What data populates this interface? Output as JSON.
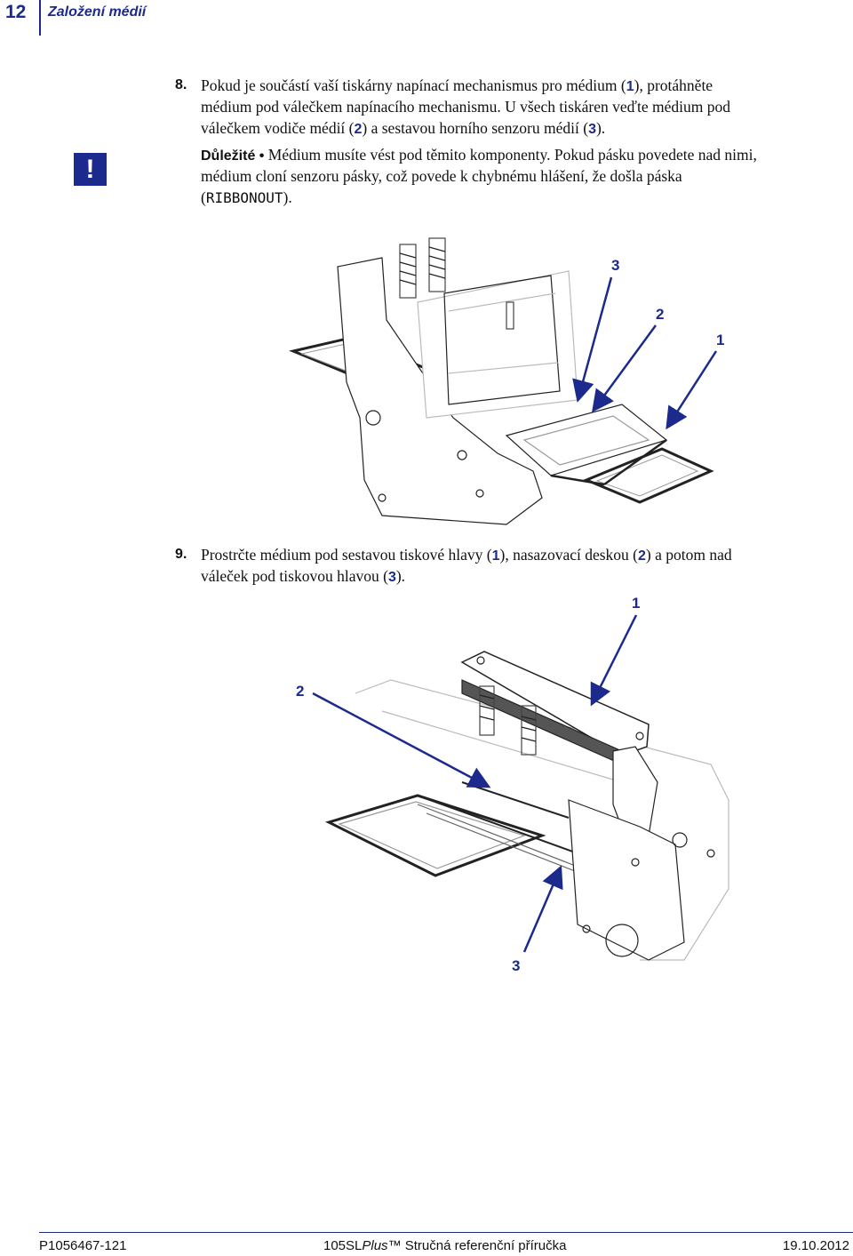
{
  "header": {
    "page_number": "12",
    "section_title": "Založení médií"
  },
  "step8": {
    "number": "8.",
    "line1_a": "Pokud je součástí vaší tiskárny napínací mechanismus pro médium (",
    "ref1": "1",
    "line1_b": "), protáhněte",
    "line2": "médium pod válečkem napínacího mechanismu. U všech tiskáren veďte médium pod",
    "line3_a": "válečkem vodiče médií (",
    "ref2": "2",
    "line3_b": ") a sestavou horního senzoru médií (",
    "ref3": "3",
    "line3_c": ")."
  },
  "important": {
    "label": "Důležité •",
    "line1": " Médium musíte vést pod těmito komponenty. Pokud pásku povedete nad nimi,",
    "line2": "médium cloní senzoru pásky, což povede k chybnému hlášení, že došla páska",
    "line3_a": "(",
    "code": "RIBBONOUT",
    "line3_b": ")."
  },
  "warning_icon": {
    "glyph": "!",
    "color": "#1b2a8c"
  },
  "figure1": {
    "callout_3": "3",
    "callout_2": "2",
    "callout_1": "1"
  },
  "step9": {
    "number": "9.",
    "line1_a": "Prostrčte médium pod sestavou tiskové hlavy (",
    "ref1": "1",
    "line1_b": "), nasazovací deskou (",
    "ref2": "2",
    "line1_c": ") a potom nad",
    "line2_a": "váleček pod tiskovou hlavou (",
    "ref3": "3",
    "line2_b": ")."
  },
  "figure2": {
    "callout_1": "1",
    "callout_2": "2",
    "callout_3": "3"
  },
  "footer": {
    "doc_number": "P1056467-121",
    "title_a": "105SL",
    "title_italic": "Plus",
    "title_b": "™ Stručná referenční příručka",
    "date": "19.10.2012"
  },
  "colors": {
    "accent": "#1b2a8c"
  }
}
